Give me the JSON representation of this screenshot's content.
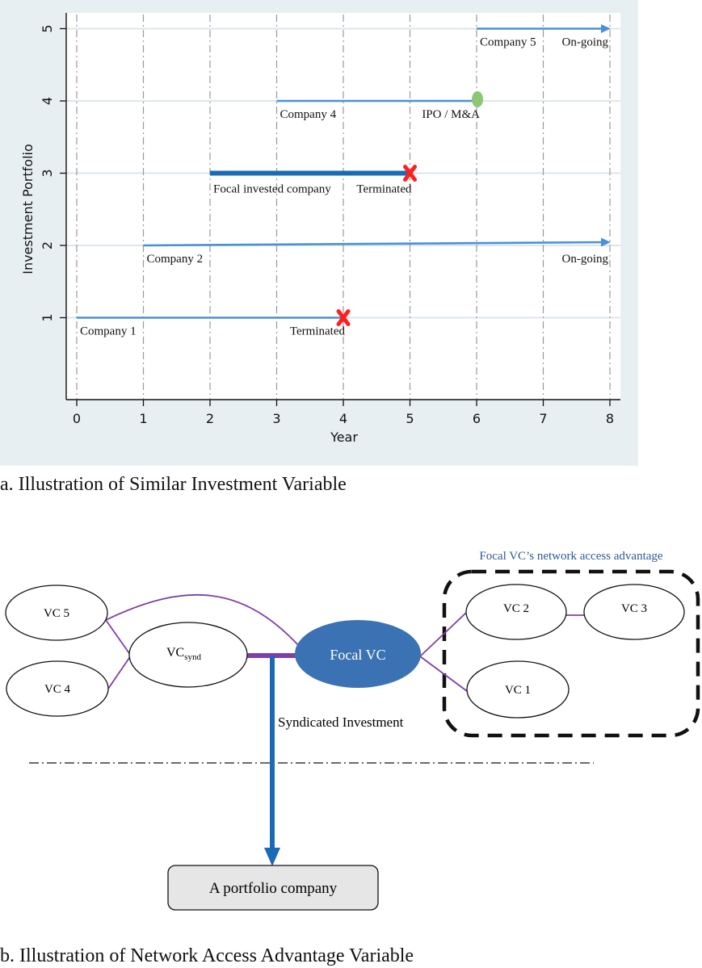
{
  "chart_data": {
    "type": "timeline",
    "xlabel": "Year",
    "ylabel": "Investment Portfolio",
    "xlim": [
      0,
      8
    ],
    "ylim": [
      0,
      5
    ],
    "x_ticks": [
      "0",
      "1",
      "2",
      "3",
      "4",
      "5",
      "6",
      "7",
      "8"
    ],
    "y_ticks": [
      "1",
      "2",
      "3",
      "4",
      "5"
    ],
    "grid": true,
    "series": [
      {
        "label": "Company 1",
        "portfolio": 1,
        "start": 0,
        "end": 4,
        "outcome": "Terminated",
        "marker": "x",
        "emphasis": false
      },
      {
        "label": "Company 2",
        "portfolio": 2,
        "start": 1,
        "end": 8,
        "outcome": "On-going",
        "marker": "arrow",
        "emphasis": false
      },
      {
        "label": "Focal invested company",
        "portfolio": 3,
        "start": 2,
        "end": 5,
        "outcome": "Terminated",
        "marker": "x",
        "emphasis": true
      },
      {
        "label": "Company 4",
        "portfolio": 4,
        "start": 3,
        "end": 6,
        "outcome": "IPO / M&A",
        "marker": "dot",
        "emphasis": false
      },
      {
        "label": "Company 5",
        "portfolio": 5,
        "start": 6,
        "end": 8,
        "outcome": "On-going",
        "marker": "arrow",
        "emphasis": false
      }
    ],
    "colors": {
      "line": "#4a90d9",
      "focal_line": "#1a6ab5",
      "terminated": "#ff1f1f",
      "exit": "#8cc774"
    }
  },
  "captions": {
    "a": "a. Illustration of Similar Investment Variable",
    "b": "b. Illustration of Network Access Advantage Variable"
  },
  "diagram": {
    "network_box_title": "Focal VC’s network access advantage",
    "nodes": {
      "vc5": "VC 5",
      "vc4": "VC 4",
      "vc_synd_main": "VC",
      "vc_synd_sub": "synd",
      "focal_vc": "Focal VC",
      "vc2": "VC 2",
      "vc3": "VC 3",
      "vc1": "VC 1"
    },
    "edge_label": "Syndicated Investment",
    "portfolio_company": "A portfolio company",
    "colors": {
      "edge": "#7d3fa8",
      "focal": "#3a72b4",
      "arrow": "#1a6ab5",
      "box_fill": "#e6e6e6",
      "title": "#2e5a94"
    }
  }
}
